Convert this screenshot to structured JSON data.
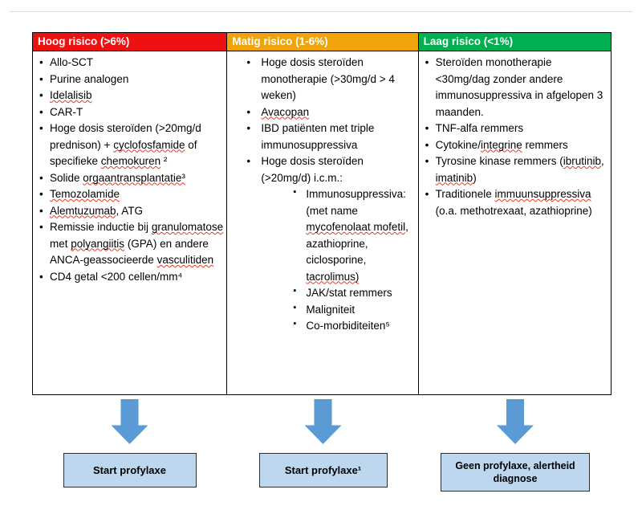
{
  "palette": {
    "high_risk_header": "#ee1111",
    "medium_risk_header": "#f0a30a",
    "low_risk_header": "#00b050",
    "arrow_blue": "#5b9bd5",
    "result_box_fill": "#bdd7ee"
  },
  "columns": [
    {
      "header": "Hoog risico (>6%)",
      "header_color": "#ee1111",
      "items": [
        {
          "text": "Allo-SCT"
        },
        {
          "text": "Purine analogen"
        },
        {
          "text": "Idelalisib",
          "squiggles": [
            "Idelalisib"
          ]
        },
        {
          "text": "CAR-T"
        },
        {
          "text": "Hoge dosis steroïden (>20mg/d prednison) + cyclofosfamide of specifieke chemokuren ²",
          "squiggles": [
            "cyclofosfamide",
            "chemokuren"
          ]
        },
        {
          "text": "Solide orgaantransplantatie³",
          "squiggles": [
            "orgaantransplantatie³"
          ]
        },
        {
          "text": "Temozolamide",
          "squiggles": [
            "Temozolamide"
          ]
        },
        {
          "text": "Alemtuzumab, ATG",
          "squiggles": [
            "Alemtuzumab"
          ]
        },
        {
          "text": "Remissie inductie bij granulomatose met polyangiitis (GPA) en andere ANCA-geassocieerde vasculitiden",
          "squiggles": [
            "granulomatose",
            "polyangiitis",
            "vasculitiden"
          ]
        },
        {
          "text": "CD4 getal <200 cellen/mm⁴"
        }
      ]
    },
    {
      "header": "Matig risico (1-6%)",
      "header_color": "#f0a30a",
      "items": [
        {
          "text": "Hoge dosis steroïden monotherapie (>30mg/d > 4 weken)"
        },
        {
          "text": "Avacopan",
          "squiggles": [
            "Avacopan"
          ]
        },
        {
          "text": "IBD patiënten met triple immunosuppressiva"
        },
        {
          "text": "Hoge dosis steroïden (>20mg/d) i.c.m.:",
          "children": [
            {
              "text": "Immunosuppressiva: (met name mycofenolaat mofetil, azathioprine, ciclosporine, tacrolimus)",
              "squiggles": [
                "mycofenolaat mofetil",
                "tacrolimus)"
              ]
            },
            {
              "text": "JAK/stat remmers"
            },
            {
              "text": "Maligniteit"
            },
            {
              "text": "Co-morbiditeiten⁵"
            }
          ]
        }
      ]
    },
    {
      "header": "Laag risico (<1%)",
      "header_color": "#00b050",
      "items": [
        {
          "text": "Steroïden monotherapie <30mg/dag zonder andere immunosuppressiva in afgelopen 3 maanden."
        },
        {
          "text": "TNF-alfa remmers"
        },
        {
          "text": "Cytokine/integrine remmers",
          "squiggles": [
            "integrine"
          ]
        },
        {
          "text": "Tyrosine kinase remmers (ibrutinib, imatinib)",
          "squiggles": [
            "ibrutinib",
            "imatinib"
          ]
        },
        {
          "text": "Traditionele immuunsuppressiva (o.a. methotrexaat, azathioprine)",
          "squiggles": [
            "immuunsuppressiva"
          ]
        }
      ]
    }
  ],
  "result_boxes": [
    {
      "label": "Start profylaxe"
    },
    {
      "label": "Start profylaxe¹"
    },
    {
      "label": "Geen profylaxe, alertheid diagnose"
    }
  ]
}
